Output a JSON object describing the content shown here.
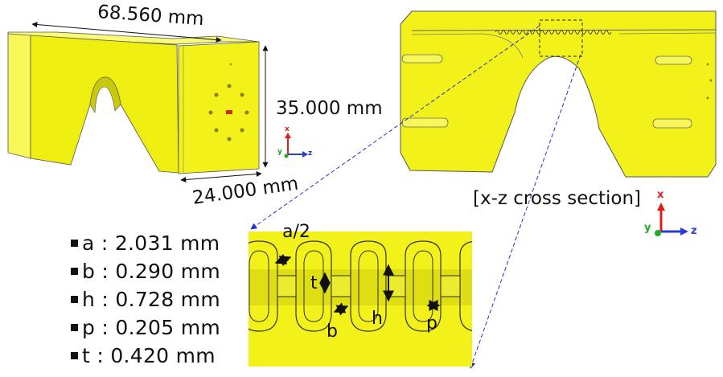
{
  "dimensions": {
    "length": "68.560 mm",
    "height": "35.000 mm",
    "depth": "24.000 mm"
  },
  "section_caption": "[x-z cross section]",
  "parameters": [
    {
      "name": "a",
      "text": "a : 2.031 mm"
    },
    {
      "name": "b",
      "text": "b : 0.290 mm"
    },
    {
      "name": "h",
      "text": "h : 0.728 mm"
    },
    {
      "name": "p",
      "text": "p : 0.205 mm"
    },
    {
      "name": "t",
      "text": "t : 0.420 mm"
    }
  ],
  "detail_labels": {
    "a_half": "a/2",
    "t": "t",
    "b": "b",
    "h": "h",
    "p": "p"
  },
  "axes_small": {
    "x": "x",
    "y": "y",
    "z": "z"
  },
  "axes_large": {
    "x": "x",
    "y": "y",
    "z": "z"
  },
  "colors": {
    "body": "#f2f21a",
    "body_dark": "#c9c90c",
    "body_light": "#fafa7a",
    "leader": "#2233cc",
    "axis_x": "#e31b1b",
    "axis_y": "#22aa22",
    "axis_z": "#2a3bd8"
  }
}
